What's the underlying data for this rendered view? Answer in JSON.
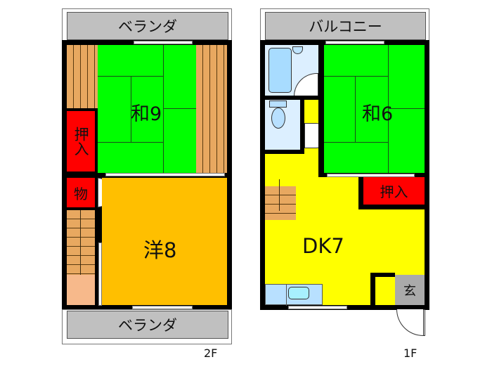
{
  "floor_2f": {
    "floor_label": "2F",
    "veranda_top": "ベランダ",
    "veranda_bottom": "ベランダ",
    "rooms": {
      "washitsu": "和9",
      "youshitsu": "洋8",
      "oshiire": "押入",
      "mono": "物"
    }
  },
  "floor_1f": {
    "floor_label": "1F",
    "balcony": "バルコニー",
    "rooms": {
      "washitsu": "和6",
      "dk": "DK7",
      "oshiire": "押入",
      "genkan": "玄"
    }
  },
  "colors": {
    "tatami": "#00ff00",
    "western": "#ffbf00",
    "dk": "#ffff00",
    "closet": "#ff0000",
    "wood": "#e8a860",
    "veranda": "#c0c0c0",
    "bath": "#dcefff",
    "genkan": "#aaaaaa"
  }
}
